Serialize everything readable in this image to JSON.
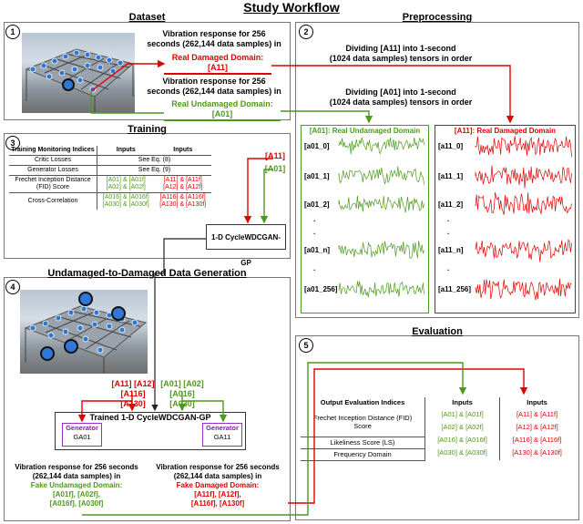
{
  "title": "Study Workflow",
  "sections": {
    "dataset": "Dataset",
    "preprocessing": "Preprocessing",
    "training": "Training",
    "generation": "Undamaged-to-Damaged Data Generation",
    "evaluation": "Evaluation"
  },
  "numbers": [
    "1",
    "2",
    "3",
    "4",
    "5"
  ],
  "dataset": {
    "damaged_line1": "Vibration response for 256",
    "damaged_line2": "seconds (262,144 data samples) in",
    "damaged_domain": "Real Damaged Domain: [A11]",
    "undamaged_line1": "Vibration response for 256",
    "undamaged_line2": "seconds (262,144 data samples) in",
    "undamaged_domain": "Real Undamaged Domain: [A01]"
  },
  "preprocessing": {
    "divide_damaged_1": "Dividing [A11] into 1-second",
    "divide_damaged_2": "(1024 data samples) tensors in order",
    "divide_undamaged_1": "Dividing [A01] into 1-second",
    "divide_undamaged_2": "(1024 data samples) tensors in order",
    "undamaged_panel": "[A01]: Real Undamaged Domain",
    "damaged_panel": "[A11]: Real Damaged Domain",
    "undamaged_labels": [
      "[a01_0]",
      "[a01_1]",
      "[a01_2]",
      ".",
      ".",
      "[a01_n]",
      ".",
      "[a01_256]"
    ],
    "damaged_labels": [
      "[a11_0]",
      "[a11_1]",
      "[a11_2]",
      ".",
      ".",
      "[a11_n]",
      ".",
      "[a11_256]"
    ]
  },
  "training": {
    "table_header": [
      "Training Monitoring Indices",
      "Inputs",
      "Inputs"
    ],
    "rows": [
      {
        "name": "Critic Losses",
        "value": "See Eq. (8)"
      },
      {
        "name": "Generator Losses",
        "value": "See Eq. (9)"
      }
    ],
    "fid_name": "Frechet Inception Distance (FID) Score",
    "fid_green": [
      "[A01] & [A01f]",
      "[A02] & [A02f]"
    ],
    "fid_red": [
      "[A11] & [A11f]",
      "[A12] & [A12f]"
    ],
    "cc_name": "Cross-Correlation",
    "cc_green": [
      "[A016] & [A016f]",
      "[A030] & [A030f]"
    ],
    "cc_red": [
      "[A116] & [A116f]",
      "[A130] & [A130f]"
    ],
    "a11": "[A11]",
    "a01": "[A01]",
    "model": "1-D CycleWDCGAN-GP"
  },
  "generation": {
    "red_in_1": "[A11] [A12]",
    "red_in_2": "[A116] [A130]",
    "green_in_1": "[A01] [A02]",
    "green_in_2": "[A016] [A030]",
    "trained": "Trained 1-D CycleWDCGAN-GP",
    "gen_label": "Generator",
    "gen_left": "GA01",
    "gen_right": "GA11",
    "left_1": "Vibration response for 256 seconds",
    "left_2": "(262,144 data samples) in",
    "left_domain": "Fake Undamaged Domain:",
    "left_v1": "[A01f], [A02f],",
    "left_v2": "[A016f], [A030f]",
    "right_1": "Vibration response for 256 seconds",
    "right_2": "(262,144 data samples) in",
    "right_domain": "Fake Damaged Domain:",
    "right_v1": "[A11f], [A12f],",
    "right_v2": "[A116f], [A130f]"
  },
  "evaluation": {
    "header": [
      "Output Evaluation Indices",
      "Inputs",
      "Inputs"
    ],
    "fid": "Frechet Inception Distance (FID) Score",
    "ls": "Likeliness Score (LS)",
    "freq": "Frequency Domain",
    "green": [
      "[A01] & [A01f]",
      "[A02] & [A02f]",
      "[A016] & [A016f]",
      "[A030] & [A030f]"
    ],
    "red": [
      "[A11] & [A11f]",
      "[A12] & [A12f]",
      "[A116] & [A116f]",
      "[A130] & [A130f]"
    ]
  },
  "colors": {
    "red": "#e00000",
    "green": "#4c9a1a",
    "purple": "#9b2fc0"
  }
}
